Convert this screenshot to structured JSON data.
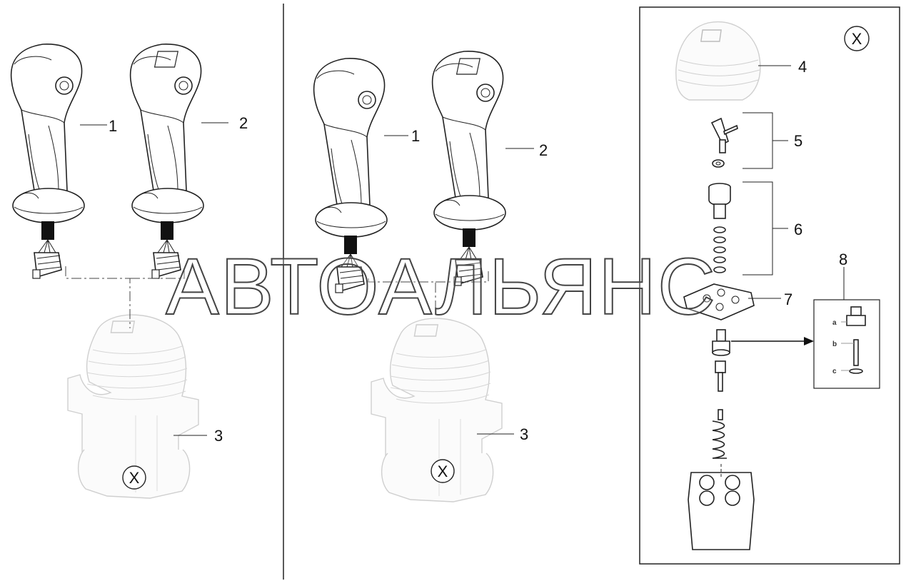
{
  "callouts": {
    "n1": "1",
    "n2": "2",
    "n3": "3",
    "n4": "4",
    "n5": "5",
    "n6": "6",
    "n7": "7",
    "n8": "8"
  },
  "detail_marker": "X",
  "detail_subparts": {
    "a": "a",
    "b": "b",
    "c": "c"
  },
  "watermark": "АВТОАЛЬЯНС"
}
